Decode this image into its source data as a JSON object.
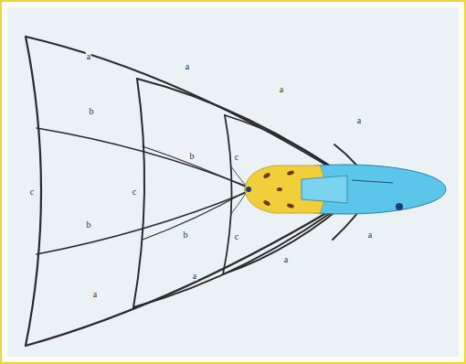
{
  "diagram": {
    "labels": [
      "a",
      "a",
      "a",
      "a",
      "b",
      "b",
      "c",
      "c",
      "c",
      "b",
      "b",
      "c",
      "a",
      "a",
      "a",
      "a"
    ]
  }
}
